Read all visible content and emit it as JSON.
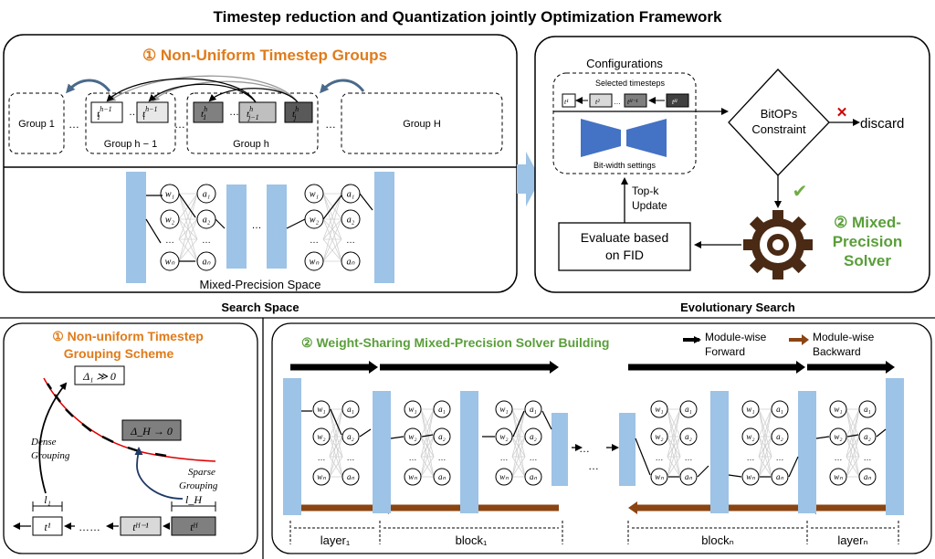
{
  "title": "Timestep reduction and Quantization jointly Optimization Framework",
  "search_space": {
    "caption": "Search Space",
    "heading": "① Non-Uniform Timestep Groups",
    "groups": {
      "group_1": "Group 1",
      "group_hm1": "Group h − 1",
      "group_h": "Group h",
      "group_H": "Group H",
      "ellipsis": "…"
    },
    "tokens": {
      "t1_hm1": "t",
      "t1_hm1_sub": "1",
      "t1_hm1_sup": "h−1",
      "ti_hm1": "t",
      "ti_hm1_sub": "i",
      "ti_hm1_sup": "h−1",
      "t1_h": "t",
      "t1_h_sub": "1",
      "t1_h_sup": "h",
      "tjm1_h": "t",
      "tjm1_h_sub": "j−1",
      "tjm1_h_sup": "h",
      "tj_h": "t",
      "tj_h_sub": "j",
      "tj_h_sup": "h"
    },
    "mixed_precision_label": "Mixed-Precision Space",
    "nodes": {
      "w1": "w₁",
      "w2": "w₂",
      "wn": "wₙ",
      "a1": "a₁",
      "a2": "a₂",
      "an": "aₙ",
      "dots": "…"
    }
  },
  "evolutionary": {
    "caption": "Evolutionary  Search",
    "configurations": "Configurations",
    "selected_timesteps": "Selected timesteps",
    "ts_tokens": [
      "t¹",
      "t²",
      "tᴴ⁻¹",
      "tᴴ"
    ],
    "bit_width": "Bit-width settings",
    "bitops": "BitOPs",
    "constraint": "Constraint",
    "discard": "discard",
    "cross": "✕",
    "check": "✔",
    "topk_1": "Top-k",
    "topk_2": "Update",
    "evaluate_1": "Evaluate based",
    "evaluate_2": "on FID",
    "solver_1": "② Mixed-",
    "solver_2": "Precision",
    "solver_3": "Solver"
  },
  "grouping": {
    "heading_1": "① Non-uniform Timestep",
    "heading_2": "Grouping  Scheme",
    "delta1": "Δ₁ ≫ 0",
    "deltaH": "Δ_H → 0",
    "dense_1": "Dense",
    "dense_2": "Grouping",
    "sparse_1": "Sparse",
    "sparse_2": "Grouping",
    "l1": "l₁",
    "lH": "l_H",
    "t1": "t¹",
    "tHm1": "tᴴ⁻¹",
    "tH": "tᴴ",
    "dots": "……"
  },
  "solver_building": {
    "heading": "② Weight-Sharing Mixed-Precision Solver Building",
    "forward_1": "Module-wise",
    "forward_2": "Forward",
    "backward_1": "Module-wise",
    "backward_2": "Backward",
    "layer1": "layer₁",
    "block1": "block₁",
    "blockn": "blockₙ",
    "layern": "layerₙ",
    "dots": "…"
  },
  "colors": {
    "accent_orange": "#e07b1a",
    "accent_green": "#5a9e3a",
    "layer_blue": "#9dc3e6",
    "trap_blue": "#4472c4",
    "backward_brown": "#8b4513",
    "discard_red": "#cc0000",
    "check_green": "#70ad47"
  }
}
